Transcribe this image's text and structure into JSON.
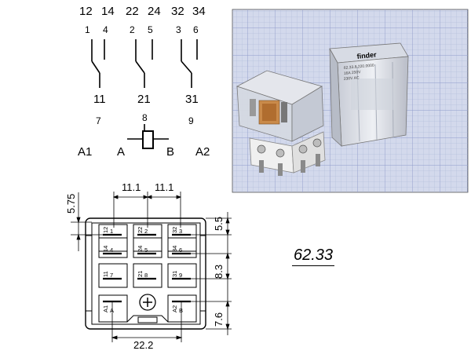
{
  "schematic": {
    "top_terminals": [
      "12",
      "14",
      "22",
      "24",
      "32",
      "34"
    ],
    "pin_numbers": [
      "1",
      "4",
      "2",
      "5",
      "3",
      "6"
    ],
    "common_terminals": [
      "11",
      "21",
      "31"
    ],
    "common_pins": [
      "7",
      "8",
      "9"
    ],
    "coil_labels": [
      "A1",
      "A",
      "B",
      "A2"
    ]
  },
  "drawing": {
    "dim_left": "5.75",
    "dim_pitch_1": "11.1",
    "dim_pitch_2": "11.1",
    "dim_top_right": "5.5",
    "dim_mid_right": "8.3",
    "dim_bottom_right": "7.6",
    "dim_bottom": "22.2",
    "slot_labels": [
      [
        "12",
        "1"
      ],
      [
        "22",
        "2"
      ],
      [
        "32",
        "3"
      ],
      [
        "14",
        "4"
      ],
      [
        "24",
        "5"
      ],
      [
        "34",
        "6"
      ],
      [
        "11",
        "7"
      ],
      [
        "21",
        "8"
      ],
      [
        "31",
        "9"
      ],
      [
        "A1",
        "A"
      ],
      [
        "A2",
        "B"
      ]
    ]
  },
  "photo": {
    "brand": "finder",
    "label_lines": [
      "62.33.8.220.0000",
      "16A 250V",
      "230V AC"
    ]
  },
  "model": "62.33",
  "colors": {
    "grid_bg": "#cfd6ea",
    "grid_line": "#9eabd0",
    "relay_body": "#d9dde6",
    "relay_base": "#ececec",
    "coil_copper": "#c98a4a"
  }
}
